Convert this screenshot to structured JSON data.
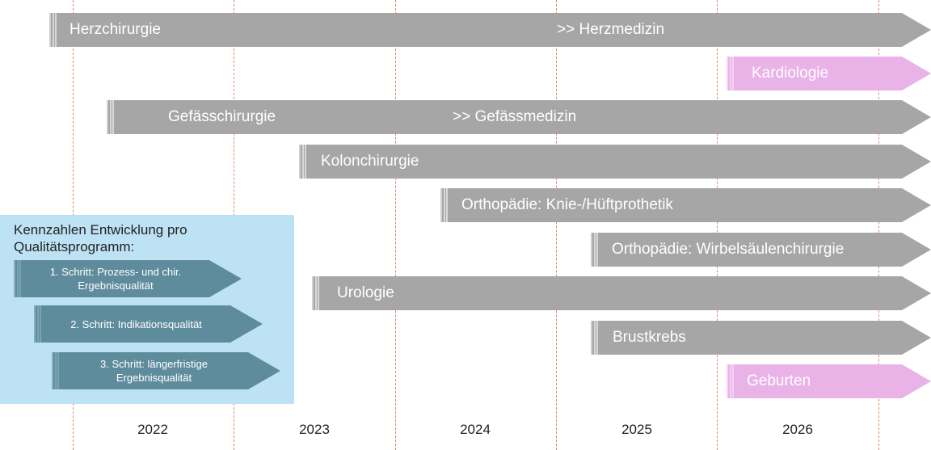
{
  "years": [
    "2022",
    "2023",
    "2024",
    "2025",
    "2026"
  ],
  "programs": [
    {
      "label": "Herzchirurgie",
      "rename": ">>  Herzmedizin",
      "color": "gray"
    },
    {
      "label": "Kardiologie",
      "color": "pink"
    },
    {
      "label": "Gefässchirurgie",
      "rename": ">>  Gefässmedizin",
      "color": "gray"
    },
    {
      "label": "Kolonchirurgie",
      "color": "gray"
    },
    {
      "label": "Orthopädie: Knie-/Hüftprothetik",
      "color": "gray"
    },
    {
      "label": "Orthopädie: Wirbelsäulenchirurgie",
      "color": "gray"
    },
    {
      "label": "Urologie",
      "color": "gray"
    },
    {
      "label": "Brustkrebs",
      "color": "gray"
    },
    {
      "label": "Geburten",
      "color": "pink"
    }
  ],
  "legend": {
    "title": "Kennzahlen Entwicklung pro Qualitätsprogramm:",
    "steps": [
      "1. Schritt: Prozess- und chir. Ergebnisqualität",
      "2. Schritt: Indikationsqualität",
      "3. Schritt: längerfristige Ergebnisqualität"
    ]
  },
  "colors": {
    "bar_gray": "#a6a6a6",
    "bar_pink": "#e9b3e7",
    "legend_bg": "#bde2f4",
    "step_fill": "#5e8c9d",
    "gridline": "#d9896a"
  }
}
